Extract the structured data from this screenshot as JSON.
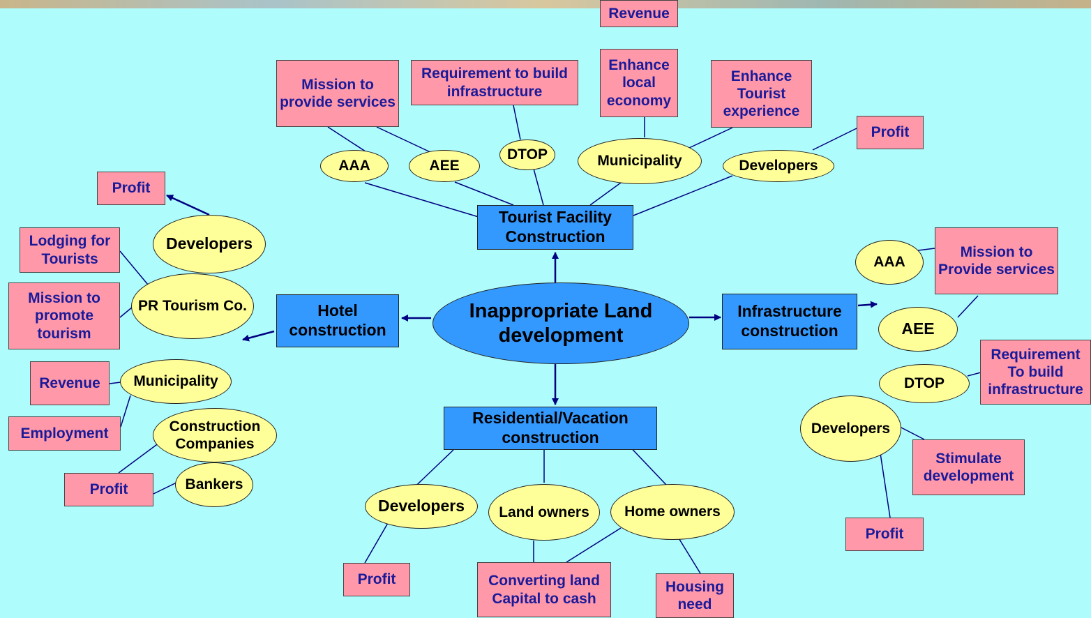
{
  "center": "Inappropriate  Land development",
  "hubs": {
    "tourist": "Tourist Facility Construction",
    "hotel": "Hotel construction",
    "infrastructure": "Infrastructure construction",
    "residential": "Residential/Vacation construction"
  },
  "tourist_branch": {
    "aaa": "AAA",
    "aee": "AEE",
    "dtop": "DTOP",
    "municipality": "Municipality",
    "developers": "Developers",
    "mission": "Mission to provide services",
    "requirement": "Requirement to build infrastructure",
    "revenue": "Revenue",
    "enhance_local": "Enhance local economy",
    "enhance_tourist": "Enhance Tourist experience",
    "profit": "Profit"
  },
  "hotel_branch": {
    "profit_top": "Profit",
    "developers": "Developers",
    "lodging": "Lodging for Tourists",
    "pr_tourism": "PR Tourism Co.",
    "mission": "Mission to promote tourism",
    "revenue": "Revenue",
    "municipality": "Municipality",
    "employment": "Employment",
    "construction_companies": "Construction Companies",
    "profit_bottom": "Profit",
    "bankers": "Bankers"
  },
  "infrastructure_branch": {
    "aaa": "AAA",
    "mission": "Mission to Provide services",
    "aee": "AEE",
    "requirement": "Requirement To build infrastructure",
    "dtop": "DTOP",
    "developers": "Developers",
    "stimulate": "Stimulate development",
    "profit": "Profit"
  },
  "residential_branch": {
    "developers": "Developers",
    "land_owners": "Land owners",
    "home_owners": "Home owners",
    "profit": "Profit",
    "converting": "Converting land Capital to cash",
    "housing": "Housing need"
  },
  "colors": {
    "background": "#aefcfc",
    "stakeholder_box": "#ff99aa",
    "stakeholder_text": "#1a1a99",
    "actor_ellipse": "#ffff99",
    "hub": "#3399ff",
    "arrow": "#000080"
  }
}
